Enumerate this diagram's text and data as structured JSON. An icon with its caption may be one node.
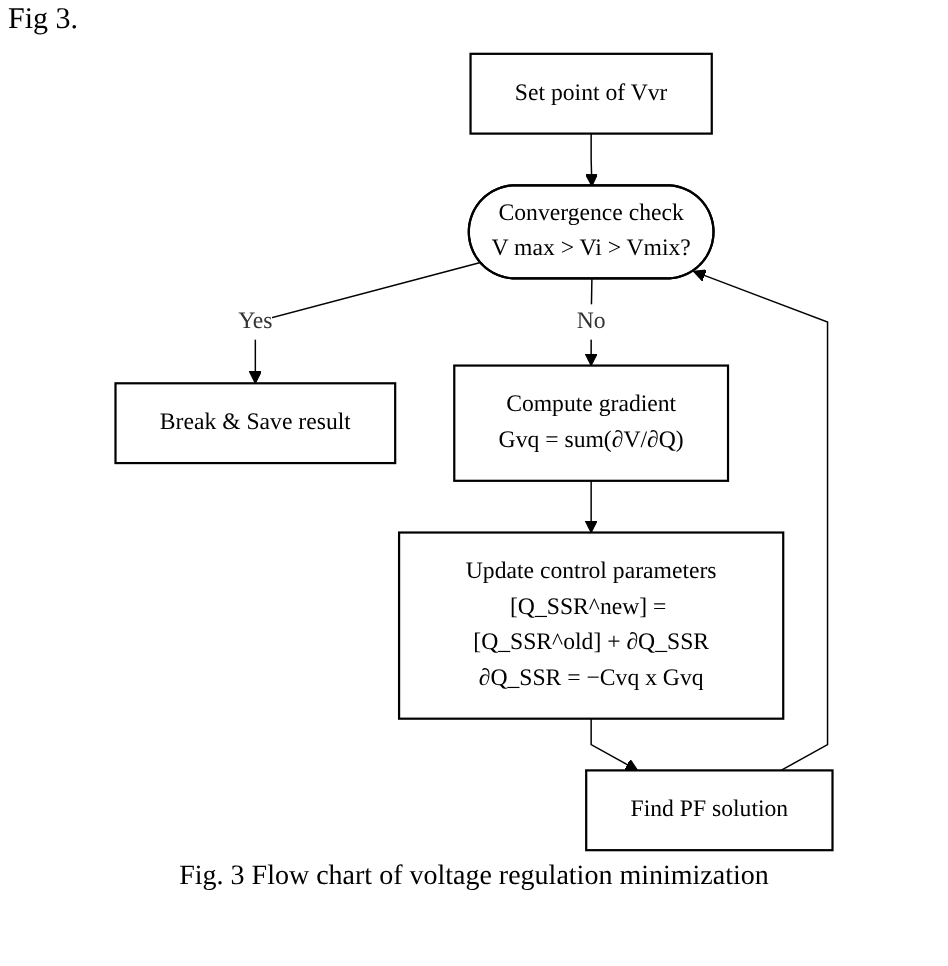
{
  "diagram": {
    "caption": "Fig. 3 Flow chart of voltage regulation minimization",
    "nodes": [
      {
        "text": [
          "Set point of Vvr"
        ]
      },
      {
        "text": [
          "Convergence check",
          "V max > Vi > Vmix?"
        ]
      },
      {
        "text": [
          "Break & Save result"
        ]
      },
      {
        "text": [
          "Compute gradient",
          "Gvq = sum(∂V/∂Q)"
        ]
      },
      {
        "text": [
          "Update control parameters",
          "[Q_SSR^new] = [Q_SSR^old] + ∂Q_SSR",
          "∂Q_SSR = −Cvq x Gvq"
        ]
      },
      {
        "text": [
          "Find PF solution"
        ]
      }
    ],
    "edges": [
      {
        "from": 0,
        "to": 1,
        "arrow": "to"
      },
      {
        "from": 1,
        "to": 2,
        "arrow": "to",
        "label": "Yes"
      },
      {
        "from": 1,
        "to": 3,
        "arrow": "to",
        "label": "No"
      },
      {
        "from": 3,
        "to": 4,
        "arrow": "to"
      },
      {
        "from": 4,
        "to": 5,
        "arrow": "to"
      },
      {
        "from": 5,
        "to": 1,
        "arrow": "to"
      }
    ],
    "labels": [
      "Fig 3."
    ]
  }
}
